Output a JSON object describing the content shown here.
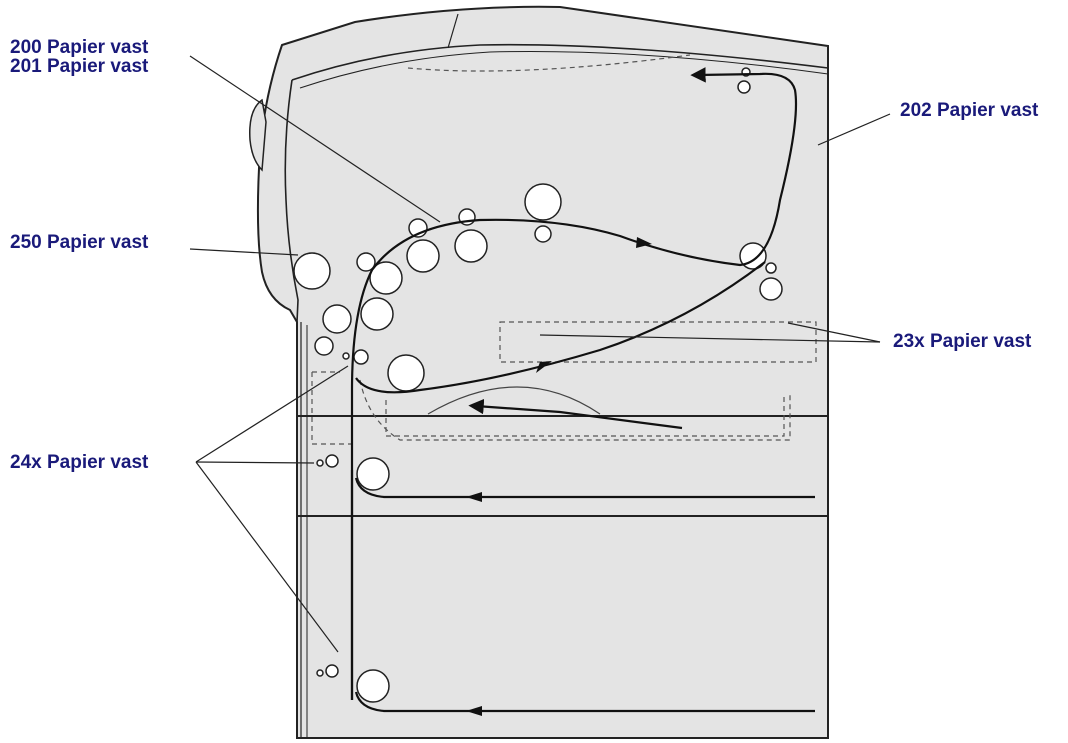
{
  "colors": {
    "label_text": "#1a1a7a",
    "printer_fill": "#e4e4e4",
    "outline": "#222222",
    "paper_path": "#111111",
    "background": "#ffffff"
  },
  "labels": {
    "jam_200": "200 Papier vast",
    "jam_201": "201 Papier vast",
    "jam_202": "202 Papier vast",
    "jam_250": "250 Papier vast",
    "jam_23x": "23x Papier vast",
    "jam_24x": "24x Papier vast"
  }
}
